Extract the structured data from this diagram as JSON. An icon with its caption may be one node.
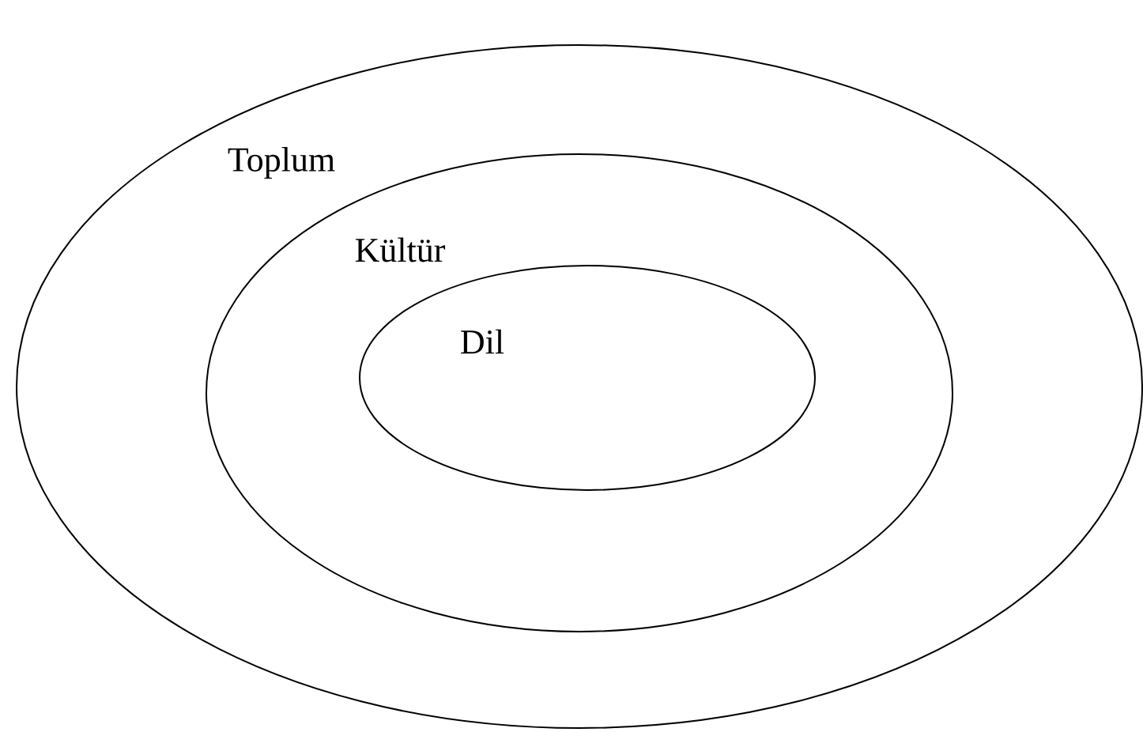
{
  "diagram": {
    "nodes": [
      {
        "text": [
          "Toplum"
        ]
      },
      {
        "text": [
          "Kültür"
        ],
        "in": 0
      },
      {
        "text": [
          "Dil"
        ],
        "in": 1
      }
    ]
  }
}
